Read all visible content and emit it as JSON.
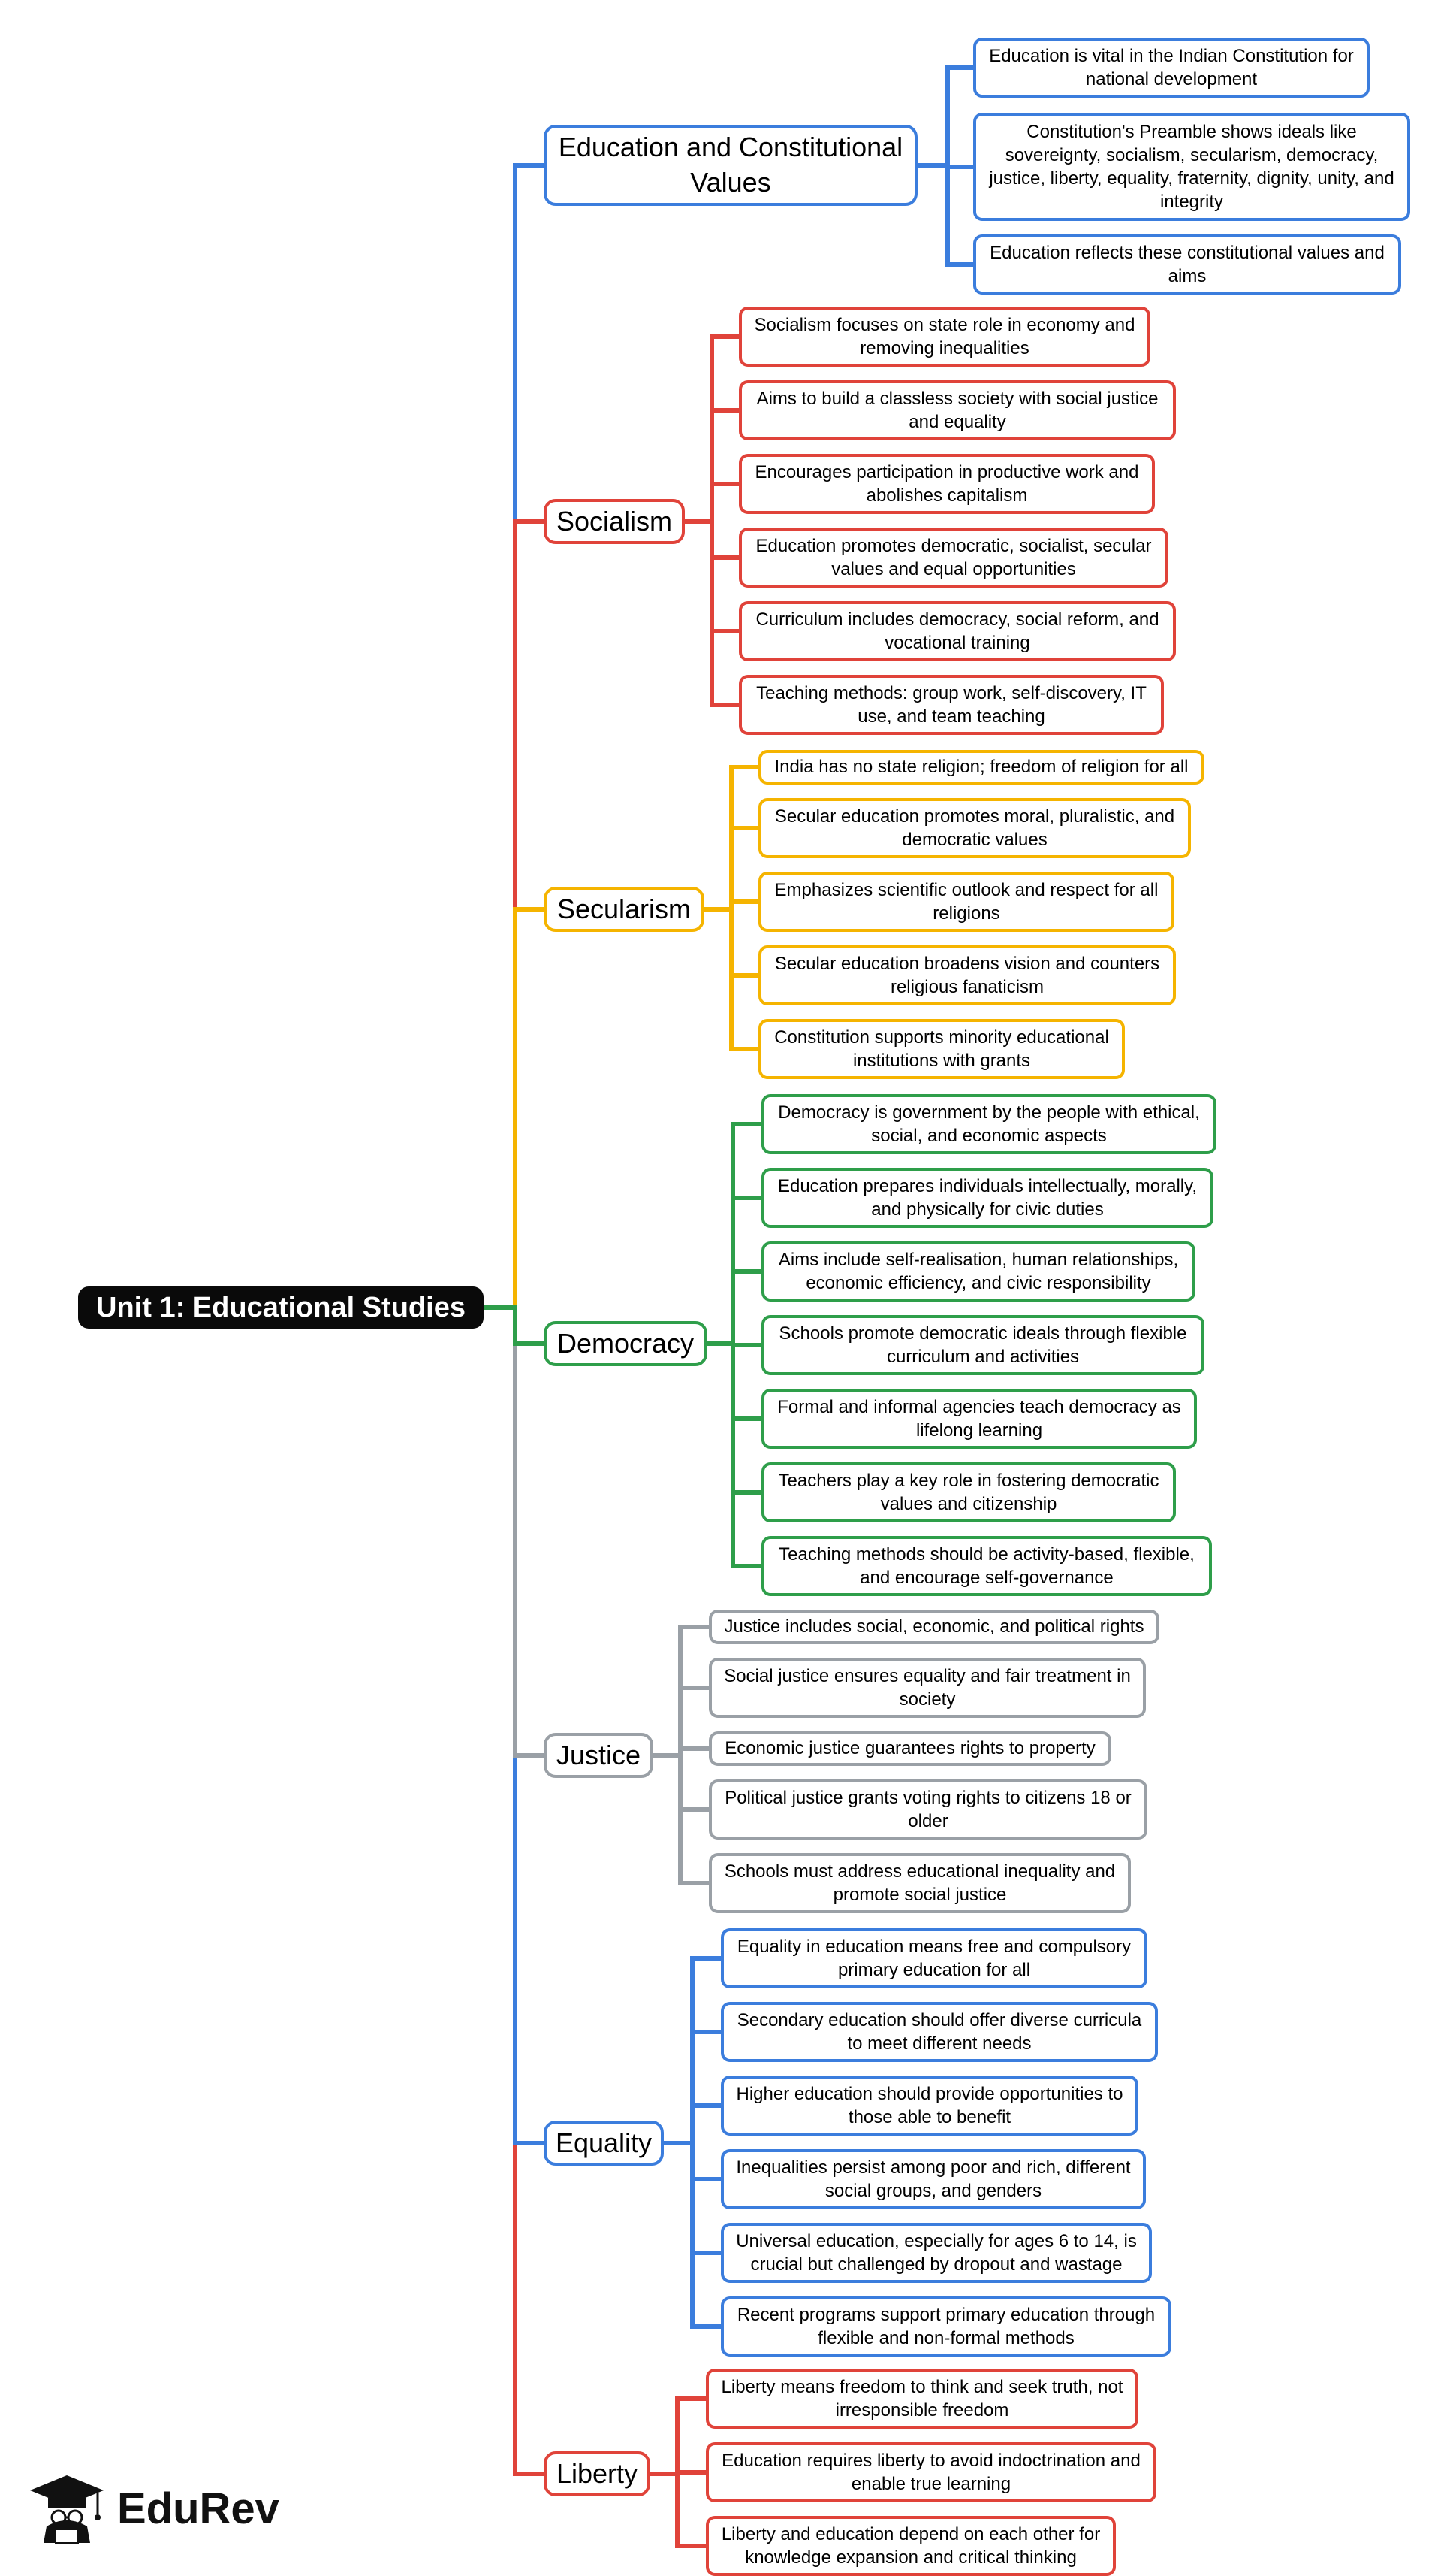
{
  "root": "Unit 1: Educational Studies",
  "branches": [
    {
      "label": "Education and Constitutional Values",
      "color": "#3b7ddd",
      "leaves": [
        "Education is vital in the Indian Constitution for national development",
        "Constitution's Preamble shows ideals like sovereignty, socialism, secularism, democracy, justice, liberty, equality, fraternity, dignity, unity, and integrity",
        "Education reflects these constitutional values and aims"
      ]
    },
    {
      "label": "Socialism",
      "color": "#e0433a",
      "leaves": [
        "Socialism focuses on state role in economy and removing inequalities",
        "Aims to build a classless society with social justice and equality",
        "Encourages participation in productive work and abolishes capitalism",
        "Education promotes democratic, socialist, secular values and equal opportunities",
        "Curriculum includes democracy, social reform, and vocational training",
        "Teaching methods: group work, self-discovery, IT use, and team teaching"
      ]
    },
    {
      "label": "Secularism",
      "color": "#f5b400",
      "leaves": [
        "India has no state religion; freedom of religion for all",
        "Secular education promotes moral, pluralistic, and democratic values",
        "Emphasizes scientific outlook and respect for all religions",
        "Secular education broadens vision and counters religious fanaticism",
        "Constitution supports minority educational institutions with grants"
      ]
    },
    {
      "label": "Democracy",
      "color": "#2e9e4a",
      "leaves": [
        "Democracy is government by the people with ethical, social, and economic aspects",
        "Education prepares individuals intellectually, morally, and physically for civic duties",
        "Aims include self-realisation, human relationships, economic efficiency, and civic responsibility",
        "Schools promote democratic ideals through flexible curriculum and activities",
        "Formal and informal agencies teach democracy as lifelong learning",
        "Teachers play a key role in fostering democratic values and citizenship",
        "Teaching methods should be activity-based, flexible, and encourage self-governance"
      ]
    },
    {
      "label": "Justice",
      "color": "#9aa0a6",
      "leaves": [
        "Justice includes social, economic, and political rights",
        "Social justice ensures equality and fair treatment in society",
        "Economic justice guarantees rights to property",
        "Political justice grants voting rights to citizens 18 or older",
        "Schools must address educational inequality and promote social justice"
      ]
    },
    {
      "label": "Equality",
      "color": "#3b7ddd",
      "leaves": [
        "Equality in education means free and compulsory primary education for all",
        "Secondary education should offer diverse curricula to meet different needs",
        "Higher education should provide opportunities to those able to benefit",
        "Inequalities persist among poor and rich, different social groups, and genders",
        "Universal education, especially for ages 6 to 14, is crucial but challenged by dropout and wastage",
        "Recent programs support primary education through flexible and non-formal methods"
      ]
    },
    {
      "label": "Liberty",
      "color": "#e0433a",
      "leaves": [
        "Liberty means freedom to think and seek truth, not irresponsible freedom",
        "Education requires liberty to avoid indoctrination and enable true learning",
        "Liberty and education depend on each other for knowledge expansion and critical thinking"
      ]
    }
  ],
  "brand": {
    "name": "EduRev"
  }
}
